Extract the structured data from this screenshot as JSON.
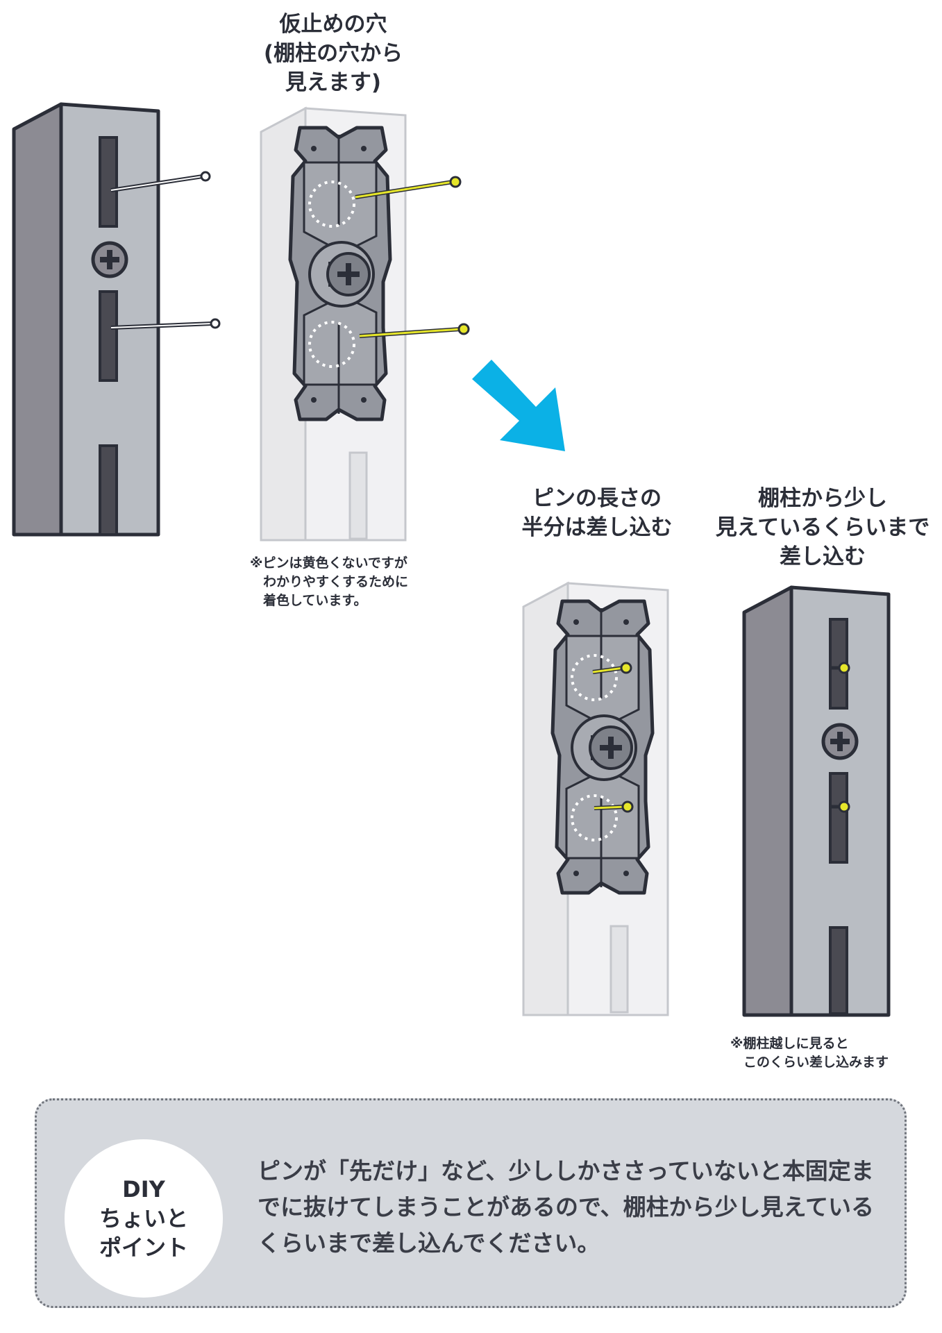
{
  "labels": {
    "temp_hole": "仮止めの穴\n(棚柱の穴から\n見えます)",
    "half_pin": "ピンの長さの\n半分は差し込む",
    "visible_pin": "棚柱から少し\n見えているくらいまで\n差し込む"
  },
  "notes": {
    "yellow_pin": "※ピンは黄色くないですが\n　わかりやすくするために\n　着色しています。",
    "through_rail": "※棚柱越しに見ると\n　このくらい差し込みます"
  },
  "tip": {
    "badge": "DIY\nちょいと\nポイント",
    "text": "ピンが「先だけ」など、少ししかささっていないと本固定までに抜けてしまうことがあるので、棚柱から少し見えているくらいまで差し込んでください。"
  },
  "colors": {
    "rail_face": "#b9bdc3",
    "rail_side": "#8c8b93",
    "pin_yellow": "#e6e62a",
    "arrow_blue": "#0bb1e6",
    "tip_bg": "#d5d8dd"
  },
  "icons": {
    "screw": "phillips-screw-icon",
    "arrow": "diagonal-arrow-icon"
  }
}
